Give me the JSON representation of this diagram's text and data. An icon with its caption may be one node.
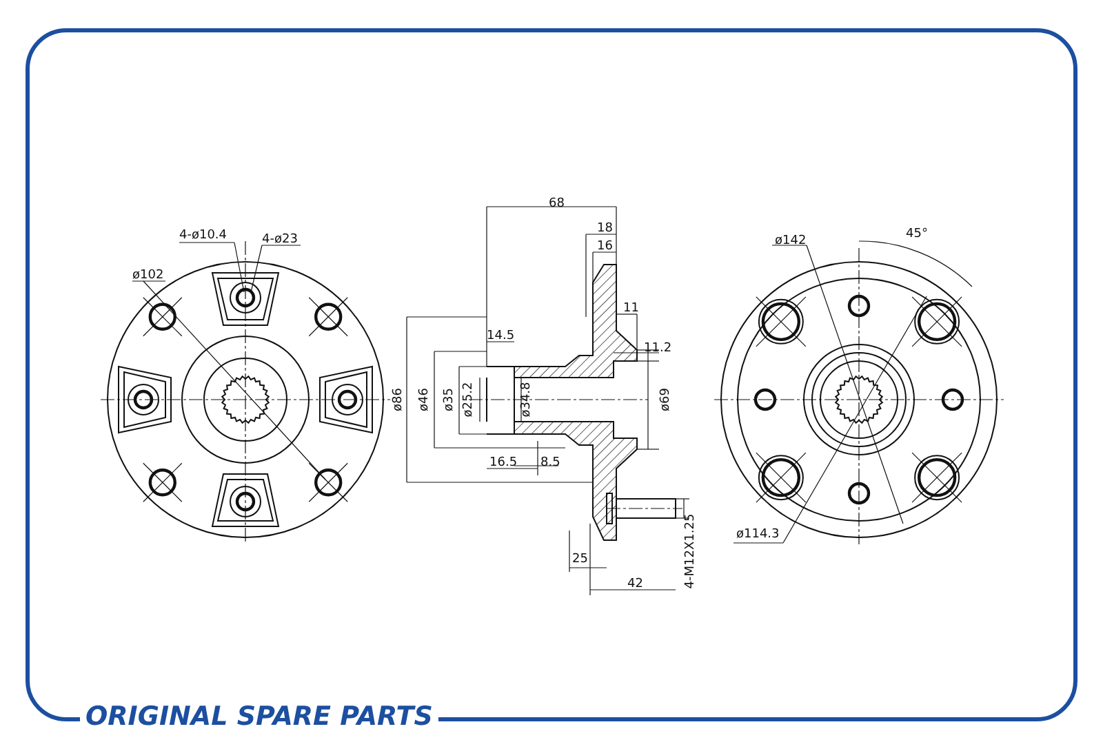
{
  "diagram": {
    "caption": "ORIGINAL SPARE PARTS",
    "labels": [
      "68",
      "18",
      "16",
      "4-ø10.4",
      "4-ø23",
      "ø142",
      "45°",
      "ø102",
      "11",
      "14.5",
      "11.2",
      "ø86",
      "ø46",
      "ø35",
      "ø25.2",
      "ø34.8",
      "ø69",
      "16.5",
      "8.5",
      "ø114.3",
      "25",
      "4-M12X1.25",
      "42"
    ]
  }
}
